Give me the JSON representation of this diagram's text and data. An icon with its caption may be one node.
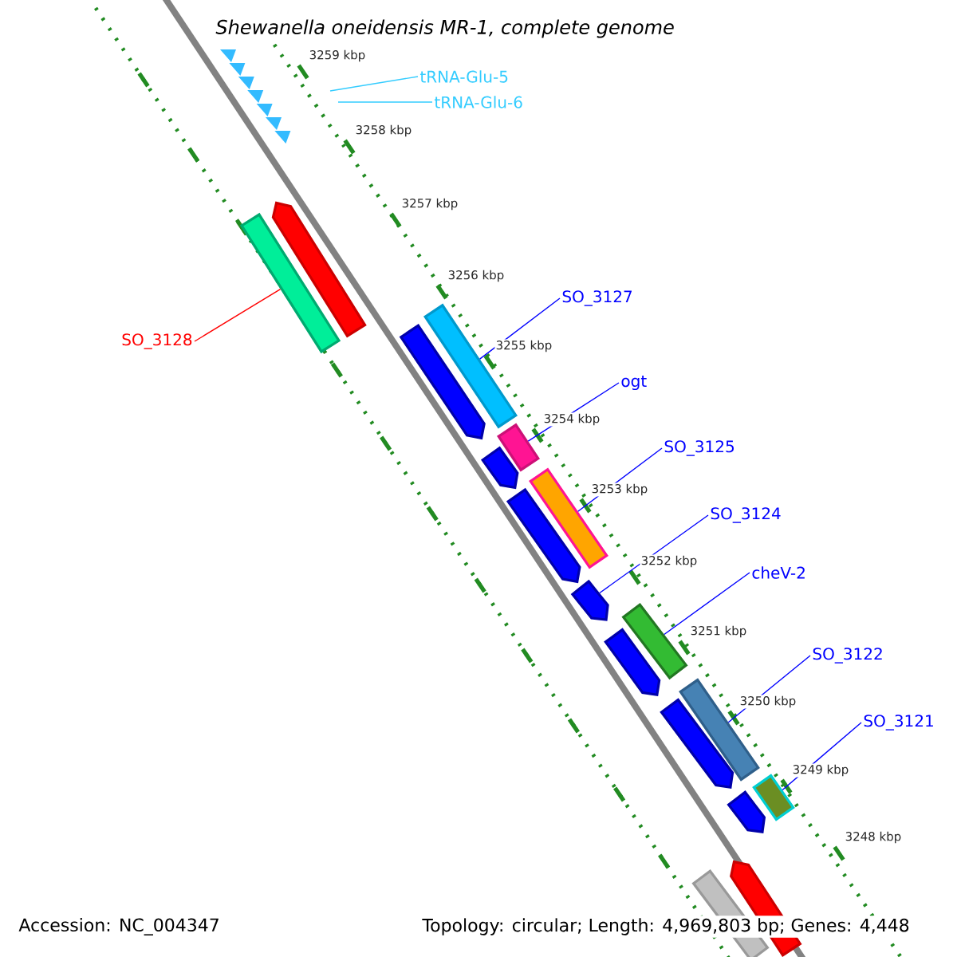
{
  "diagram": {
    "title": "Shewanella oneidensis MR-1, complete genome",
    "nodes": [
      {
        "text": [
          "tRNA-Glu-5"
        ]
      },
      {
        "text": [
          "tRNA-Glu-6"
        ]
      },
      {
        "text": [
          "SO_3128"
        ]
      },
      {
        "text": [],
        "shape": "bar"
      },
      {
        "text": [],
        "shape": "bar"
      },
      {
        "text": [
          "SO_3127"
        ]
      },
      {
        "text": [],
        "shape": "bar"
      },
      {
        "text": [],
        "shape": "bar"
      },
      {
        "text": [
          "ogt"
        ]
      },
      {
        "text": [],
        "shape": "bar"
      },
      {
        "text": [],
        "shape": "bar"
      },
      {
        "text": [
          "SO_3125"
        ]
      },
      {
        "text": [],
        "shape": "bar"
      },
      {
        "text": [],
        "shape": "bar"
      },
      {
        "text": [
          "SO_3124"
        ]
      },
      {
        "text": [],
        "shape": "bar"
      },
      {
        "text": [
          "cheV-2"
        ]
      },
      {
        "text": [],
        "shape": "bar"
      },
      {
        "text": [],
        "shape": "bar"
      },
      {
        "text": [
          "SO_3122"
        ]
      },
      {
        "text": [],
        "shape": "bar"
      },
      {
        "text": [],
        "shape": "bar"
      },
      {
        "text": [
          "SO_3121"
        ]
      },
      {
        "text": [],
        "shape": "bar"
      },
      {
        "text": [],
        "shape": "bar"
      },
      {
        "text": [],
        "shape": "bar"
      },
      {
        "text": [],
        "shape": "bar"
      }
    ],
    "edges": [
      {
        "from": 0,
        "to": null,
        "arrow": "none",
        "color": "#33ccff"
      },
      {
        "from": 1,
        "to": null,
        "arrow": "none",
        "color": "#33ccff"
      },
      {
        "from": 2,
        "to": 3,
        "arrow": "none",
        "color": "#ff0000"
      },
      {
        "from": 5,
        "to": 7,
        "arrow": "none"
      },
      {
        "from": 8,
        "to": 9,
        "arrow": "none"
      },
      {
        "from": 11,
        "to": 12,
        "arrow": "none"
      },
      {
        "from": 14,
        "to": 15,
        "arrow": "none"
      },
      {
        "from": 16,
        "to": 17,
        "arrow": "none"
      },
      {
        "from": 19,
        "to": 20,
        "arrow": "none"
      },
      {
        "from": 22,
        "to": 23,
        "arrow": "none"
      }
    ],
    "labels": [
      "3259 kbp",
      "3258 kbp",
      "3257 kbp",
      "3256 kbp",
      "3255 kbp",
      "3254 kbp",
      "3253 kbp",
      "3252 kbp",
      "3251 kbp",
      "3250 kbp",
      "3249 kbp",
      "3248 kbp",
      "Accession: NC_004347",
      "Topology: circular; Length: 4,969,803 bp; Genes: 4,448"
    ]
  }
}
